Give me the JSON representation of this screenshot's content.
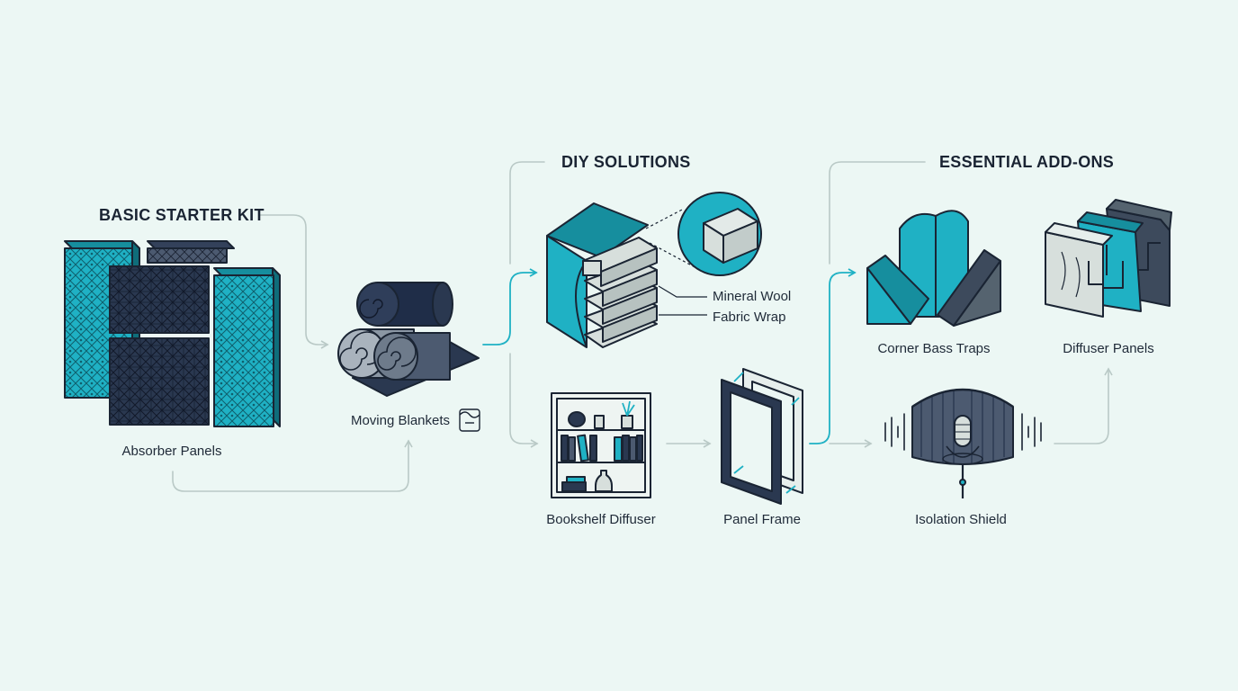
{
  "sections": {
    "basic": {
      "title": "BASIC STARTER KIT"
    },
    "diy": {
      "title": "DIY SOLUTIONS"
    },
    "addons": {
      "title": "ESSENTIAL ADD-ONS"
    }
  },
  "items": {
    "absorber_panels": "Absorber Panels",
    "moving_blankets": "Moving Blankets",
    "mineral_wool": "Mineral Wool",
    "fabric_wrap": "Fabric Wrap",
    "bookshelf_diffuser": "Bookshelf Diffuser",
    "panel_frame": "Panel Frame",
    "corner_bass_traps": "Corner Bass Traps",
    "diffuser_panels": "Diffuser Panels",
    "isolation_shield": "Isolation Shield"
  },
  "colors": {
    "background": "#ecf7f4",
    "teal": "#1fb1c4",
    "teal_dark": "#168e9e",
    "navy": "#22304a",
    "slate": "#4c5a6a",
    "connector": "#b9c9c6",
    "accent_arrow": "#1fb1c4",
    "outline": "#1a2433"
  }
}
